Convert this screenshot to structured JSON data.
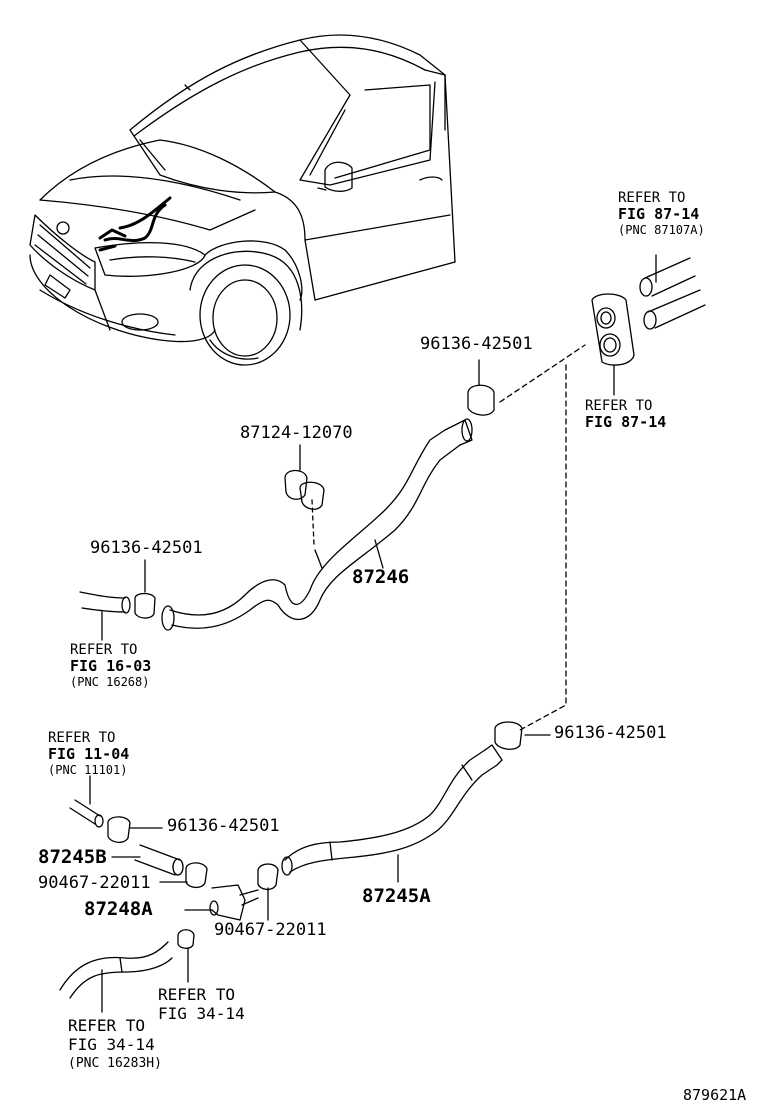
{
  "labels": {
    "p96136_a": "96136-42501",
    "p87124": "87124-12070",
    "p96136_b": "96136-42501",
    "p87246": "87246",
    "p96136_c": "96136-42501",
    "p96136_d": "96136-42501",
    "p87245B": "87245B",
    "p90467_a": "90467-22011",
    "p87248A": "87248A",
    "p90467_b": "90467-22011",
    "p87245A": "87245A",
    "doc_id": "879621A"
  },
  "refs": {
    "r8714_top": {
      "l1": "REFER TO",
      "l2": "FIG 87-14",
      "l3": "(PNC 87107A)"
    },
    "r8714_mid": {
      "l1": "REFER TO",
      "l2": "FIG 87-14"
    },
    "r1603": {
      "l1": "REFER TO",
      "l2": "FIG 16-03",
      "l3": "(PNC 16268)"
    },
    "r1104": {
      "l1": "REFER TO",
      "l2": "FIG 11-04",
      "l3": "(PNC 11101)"
    },
    "r3414_a": {
      "l1": "REFER TO",
      "l2": "FIG 34-14"
    },
    "r3414_b": {
      "l1": "REFER TO",
      "l2": "FIG 34-14",
      "l3": "(PNC 16283H)"
    }
  }
}
